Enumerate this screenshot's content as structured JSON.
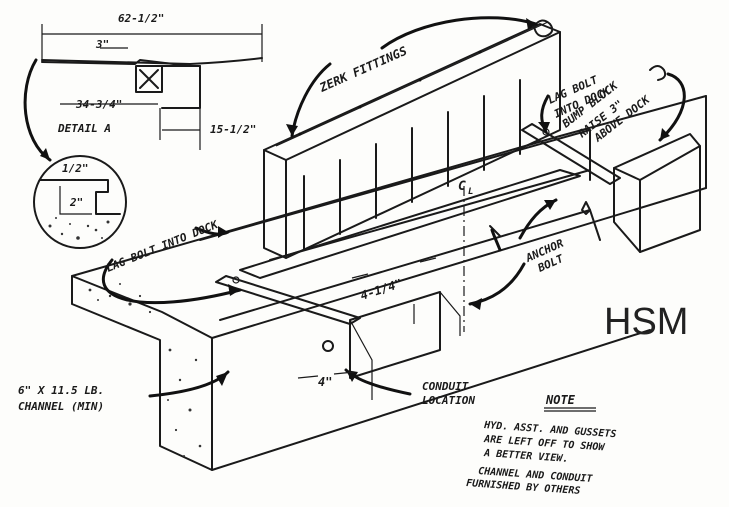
{
  "drawing_code": "HSM",
  "detail": {
    "caption": "DETAIL A",
    "dim_overall": "62-1/2\"",
    "dim_lip": "3\"",
    "dim_base": "34-3/4\"",
    "dim_right": "15-1/2\"",
    "circle_dim_top": "1/2\"",
    "circle_dim_mid": "2\""
  },
  "labels": {
    "zerk": "ZERK FITTINGS",
    "lag_left": "LAG BOLT INTO DOCK",
    "lag_right_1": "LAG BOLT",
    "lag_right_2": "INTO DOCK",
    "bump_1": "BUMP BLOCK",
    "bump_2": "RAISE 3\"",
    "bump_3": "ABOVE DOCK",
    "anchor_1": "ANCHOR",
    "anchor_2": "BOLT",
    "pit_dim": "4-1/4\"",
    "four_in": "4\"",
    "conduit_1": "CONDUIT",
    "conduit_2": "LOCATION",
    "channel_1": "6\" X 11.5 LB.",
    "channel_2": "CHANNEL (MIN)",
    "centerline": "C",
    "centerline_sub": "L"
  },
  "note": {
    "heading": "NOTE",
    "lines_a": [
      "HYD. ASST. AND GUSSETS",
      "ARE LEFT OFF TO SHOW",
      "A BETTER VIEW."
    ],
    "lines_b": [
      "CHANNEL AND CONDUIT",
      "FURNISHED BY OTHERS"
    ]
  }
}
